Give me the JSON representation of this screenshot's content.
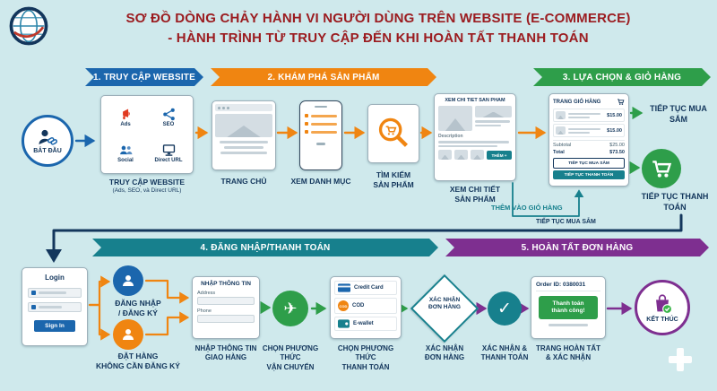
{
  "colors": {
    "background": "#cfe9ec",
    "title": "#9b1c20",
    "blue": "#1b66ad",
    "orange": "#f08511",
    "green": "#2e9e4a",
    "teal": "#17808d",
    "purple": "#7e2f90",
    "navy": "#13365c"
  },
  "title": {
    "line1": "SƠ ĐỒ DÒNG CHẢY HÀNH VI NGƯỜI DÙNG TRÊN WEBSITE (E-COMMERCE)",
    "line2": "- HÀNH TRÌNH TỪ TRUY CẬP ĐẾN KHI HOÀN TẤT THANH TOÁN"
  },
  "phases": [
    {
      "label": "1. TRUY CẬP WEBSITE",
      "color": "#1b66ad"
    },
    {
      "label": "2. KHÁM PHÁ SẢN PHẨM",
      "color": "#f08511"
    },
    {
      "label": "3. LỰA CHỌN & GIỎ HÀNG",
      "color": "#2e9e4a"
    },
    {
      "label": "4. ĐĂNG NHẬP/THANH TOÁN",
      "color": "#17808d"
    },
    {
      "label": "5. HOÀN TẤT ĐƠN HÀNG",
      "color": "#7e2f90"
    }
  ],
  "start": {
    "label": "BẮT ĐẦU"
  },
  "channels": {
    "title": "TRUY CẬP WEBSITE",
    "subtitle": "(Ads, SEO, và Direct URL)",
    "items": [
      {
        "label": "Ads"
      },
      {
        "label": "SEO"
      },
      {
        "label": "Social"
      },
      {
        "label": "Direct URL"
      }
    ]
  },
  "home": {
    "label": "TRANG CHỦ"
  },
  "category": {
    "label": "XEM DANH MỤC"
  },
  "search": {
    "line1": "TÌM KIẾM",
    "line2": "SẢN PHẨM"
  },
  "detail": {
    "header": "XEM CHI TIẾT SẢN PHẨM",
    "description": "Description",
    "add_button": "THÊM +",
    "line1": "XEM CHI TIẾT",
    "line2": "SẢN PHẨM"
  },
  "notes": {
    "add_to_cart": "THÊM VÀO GIỎ HÀNG",
    "continue_shopping_loop": "TIẾP TỤC MUA SẮM"
  },
  "cart": {
    "header": "TRANG GIỎ HÀNG",
    "item1_price": "$15.00",
    "item2_price": "$15.00",
    "subtotal_label": "Subtotal",
    "subtotal_value": "$25.00",
    "total_label": "Total",
    "total_value": "$73.50",
    "button_shop": "TIẾP TỤC MUA SẮM",
    "button_checkout": "TIẾP TỤC THANH TOÁN"
  },
  "continue_shopping": {
    "label": "TIẾP TỤC MUA SẮM"
  },
  "continue_checkout": {
    "label": "TIẾP TỤC THANH TOÁN"
  },
  "login": {
    "title": "Login",
    "button": "Sign In"
  },
  "auth": {
    "login_line1": "ĐĂNG NHẬP",
    "login_line2": "/ ĐĂNG KÝ",
    "guest_line1": "ĐẶT HÀNG",
    "guest_line2": "KHÔNG CẦN ĐĂNG KÝ"
  },
  "shipping_form": {
    "header": "NHẬP THÔNG TIN",
    "address_label": "Address",
    "phone_label": "Phone",
    "line1": "NHẬP THÔNG TIN",
    "line2": "GIAO HÀNG"
  },
  "shipping_method": {
    "line1": "CHỌN PHƯƠNG THỨC",
    "line2": "VẬN CHUYỂN"
  },
  "payment": {
    "options": [
      {
        "label": "Credit Card"
      },
      {
        "label": "COD"
      },
      {
        "label": "E-wallet"
      }
    ],
    "line1": "CHỌN PHƯƠNG THỨC",
    "line2": "THANH TOÁN"
  },
  "confirm_order": {
    "diamond_label": "XÁC NHẬN ĐƠN HÀNG",
    "line1": "XÁC NHẬN",
    "line2": "ĐƠN HÀNG"
  },
  "confirm_payment": {
    "line1": "XÁC NHẬN &",
    "line2": "THANH TOÁN"
  },
  "completion": {
    "order_id": "Order ID: 0380031",
    "success_line1": "Thanh toán",
    "success_line2": "thành công!",
    "line1": "TRANG HOÀN TẤT",
    "line2": "& XÁC NHẬN"
  },
  "end": {
    "label": "KẾT THÚC"
  }
}
